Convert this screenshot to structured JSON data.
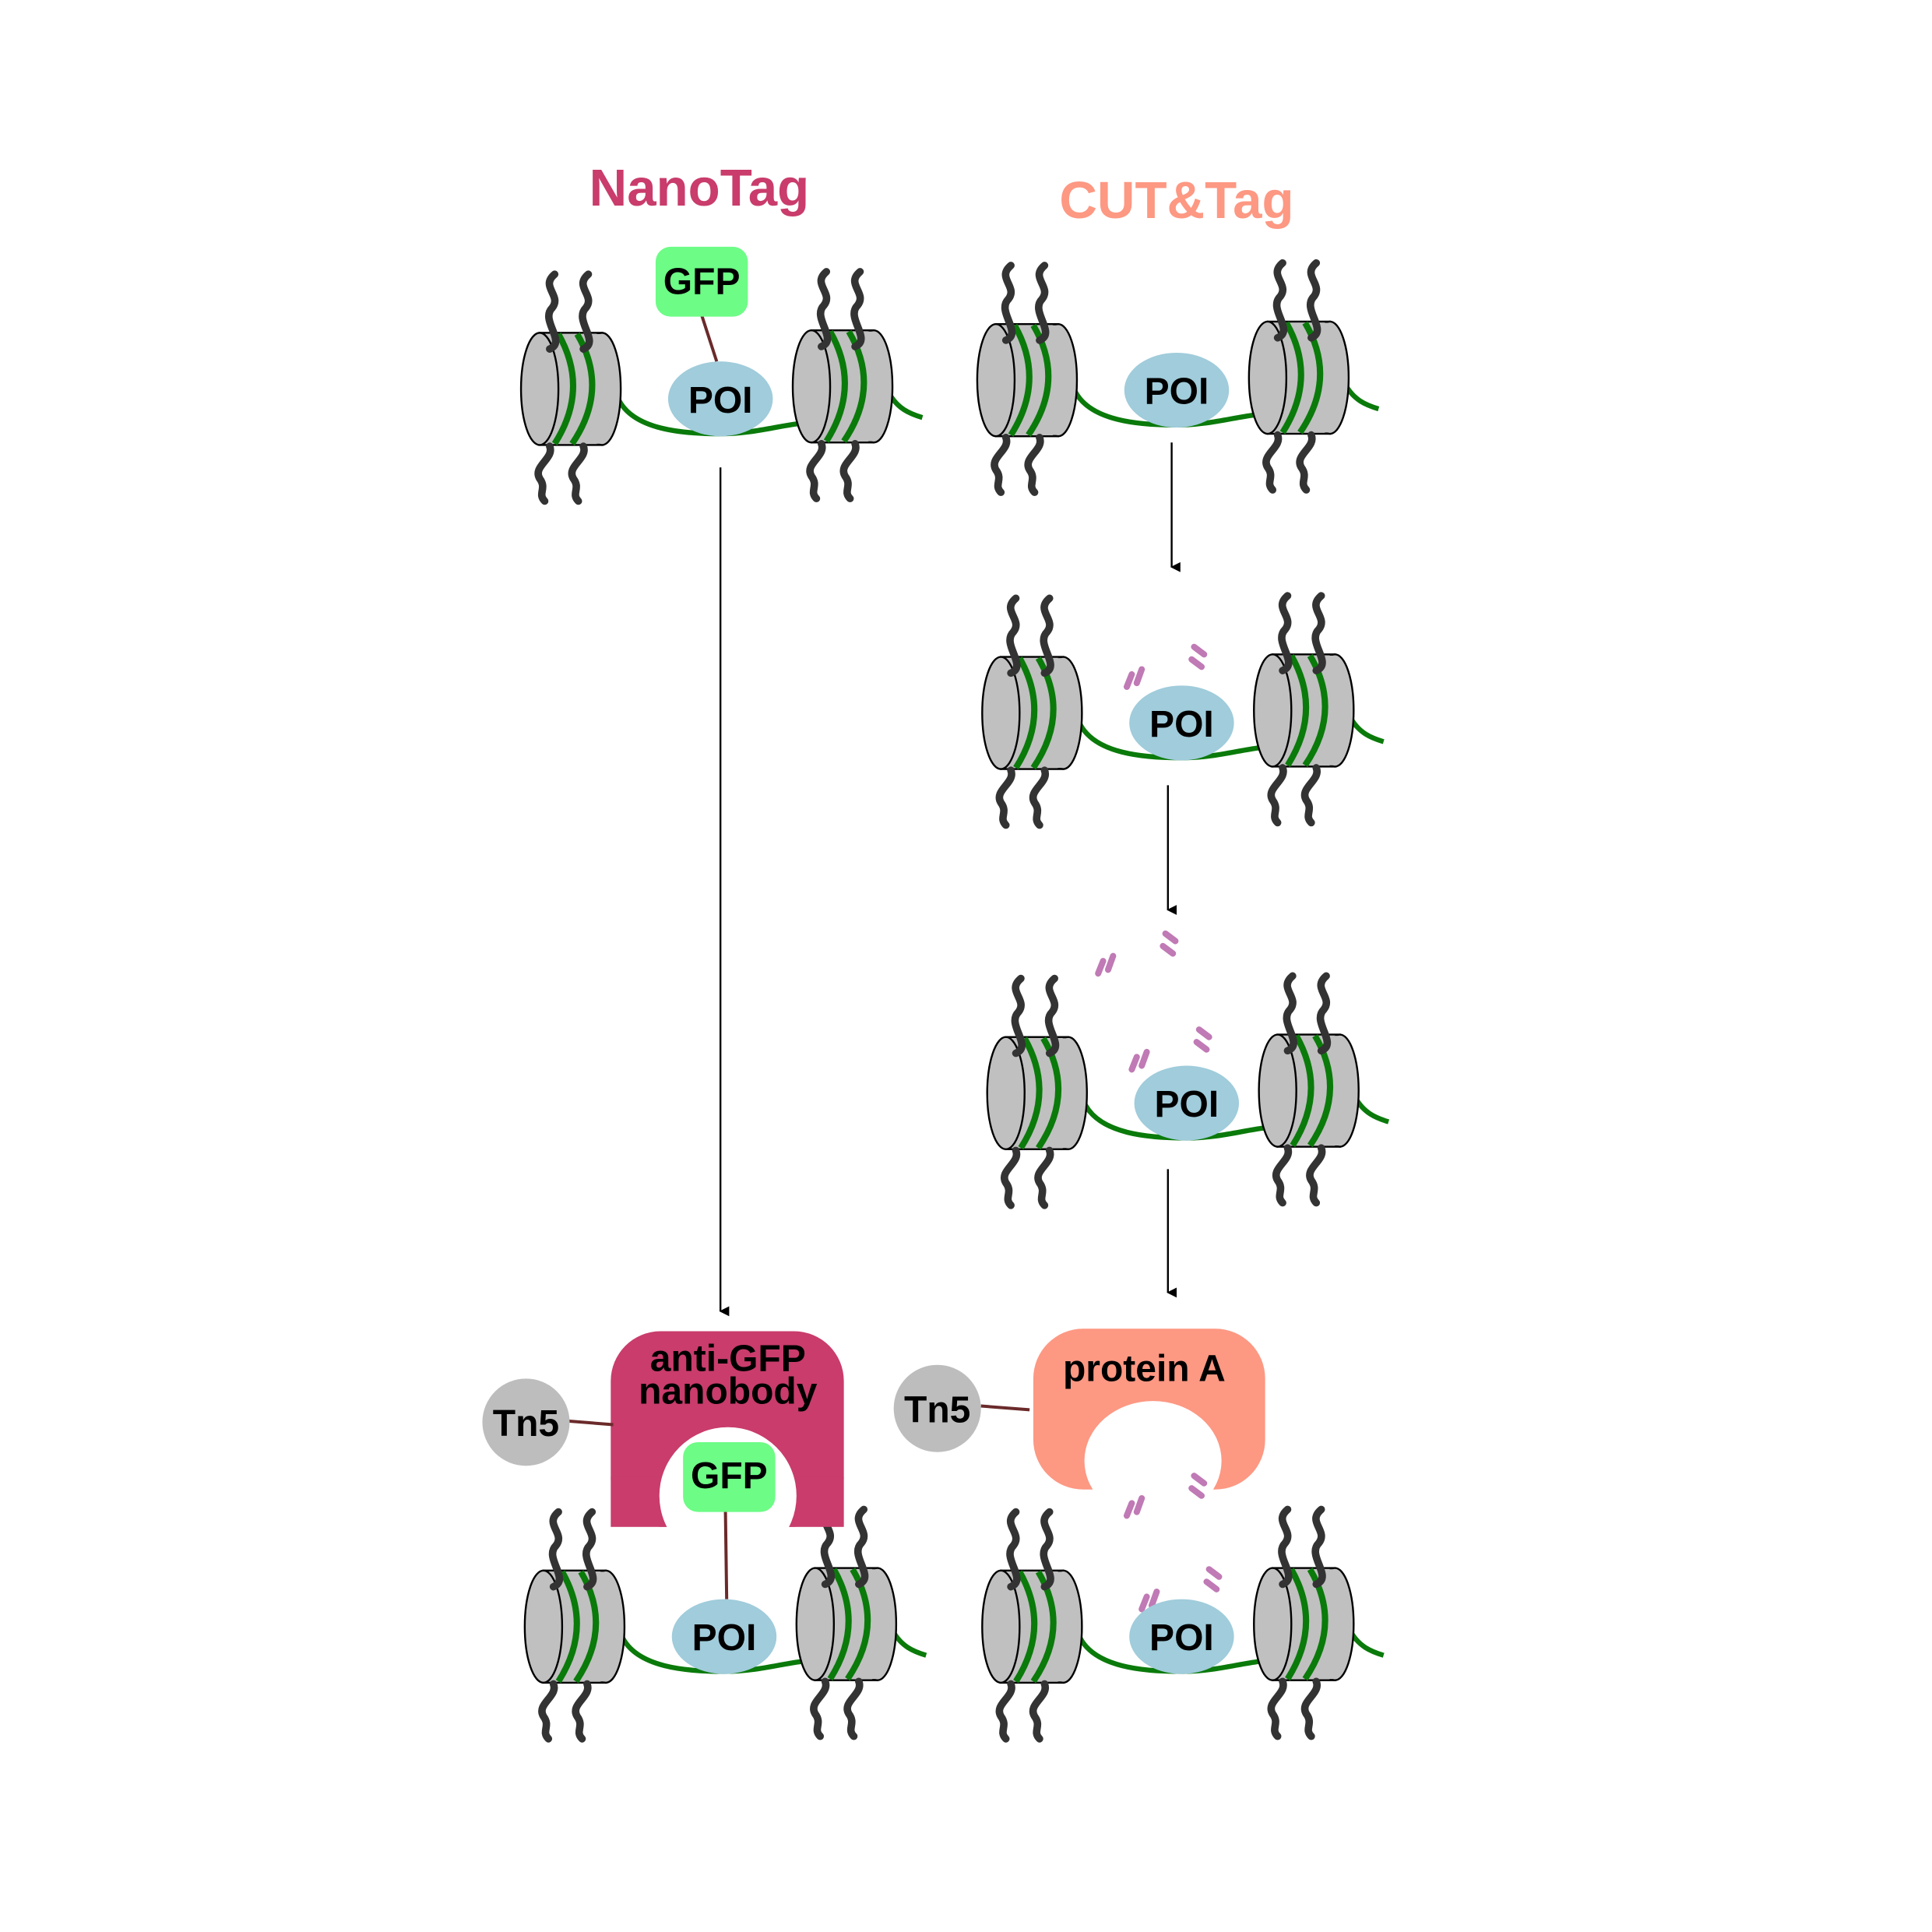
{
  "titles": {
    "nanotag": "NanoTag",
    "cuttag": "CUT&Tag"
  },
  "labels": {
    "poi": "POI",
    "gfp": "GFP",
    "tn5": "Tn5",
    "nanobody_line1": "anti-GFP",
    "nanobody_line2": "nanobody",
    "protein_a": "protein A"
  },
  "colors": {
    "nanotag": "#c93c6c",
    "cuttag": "#fd9883",
    "gfp": "#6dfc86",
    "poi": "#a0ccdb",
    "dna": "#0a7a0a",
    "histone": "#c0c0c0",
    "histone_tail": "#333333",
    "tn5": "#bdbdbd",
    "primary_antibody": "#b5dcb5",
    "secondary_antibody": "#1a8a0a",
    "antibody_tip": "#c07ab5"
  }
}
